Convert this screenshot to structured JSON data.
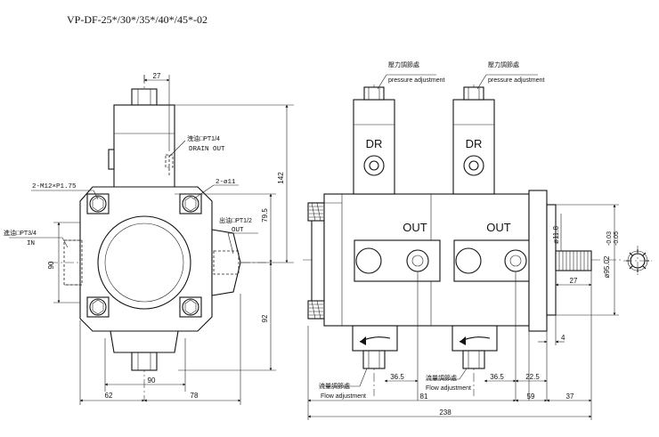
{
  "title": "VP-DF-25*/30*/35*/40*/45*-02",
  "front_view": {
    "drain_cn": "洩油□PT1/4",
    "drain_en": "DRAIN OUT",
    "thread": "2-M12×P1.75",
    "hole": "2-ø11",
    "out_cn": "出油□PT1/2",
    "out_en": "OUT",
    "in_cn": "進油□PT3/4",
    "in_en": "IN",
    "dims": {
      "top_27": "27",
      "h_142": "142",
      "h_79_5": "79.5",
      "h_92": "92",
      "v_90": "90",
      "b_90": "90",
      "b_62": "62",
      "b_78": "78"
    }
  },
  "side_view": {
    "pressure_cn_1": "壓力調節處",
    "pressure_en_1": "pressure adjustment",
    "pressure_cn_2": "壓力調節處",
    "pressure_en_2": "pressure adjustment",
    "dr_1": "DR",
    "dr_2": "DR",
    "out_1": "OUT",
    "out_2": "OUT",
    "flow_cn_1": "流量調節處",
    "flow_en_1": "Flow adjustment",
    "flow_cn_2": "流量調節處",
    "flow_en_2": "Flow adjustment",
    "dims": {
      "d_36_5_a": "36.5",
      "d_36_5_b": "36.5",
      "d_22_5": "22.5",
      "d_81": "81",
      "d_59": "59",
      "d_37": "37",
      "d_238": "238",
      "d_27": "27",
      "d_4": "4",
      "d_shaft": "ø11.8",
      "d_pilot": "ø95.02",
      "d_pilot_tol": "-0.03",
      "d_pilot_tol2": "-0.05"
    }
  }
}
